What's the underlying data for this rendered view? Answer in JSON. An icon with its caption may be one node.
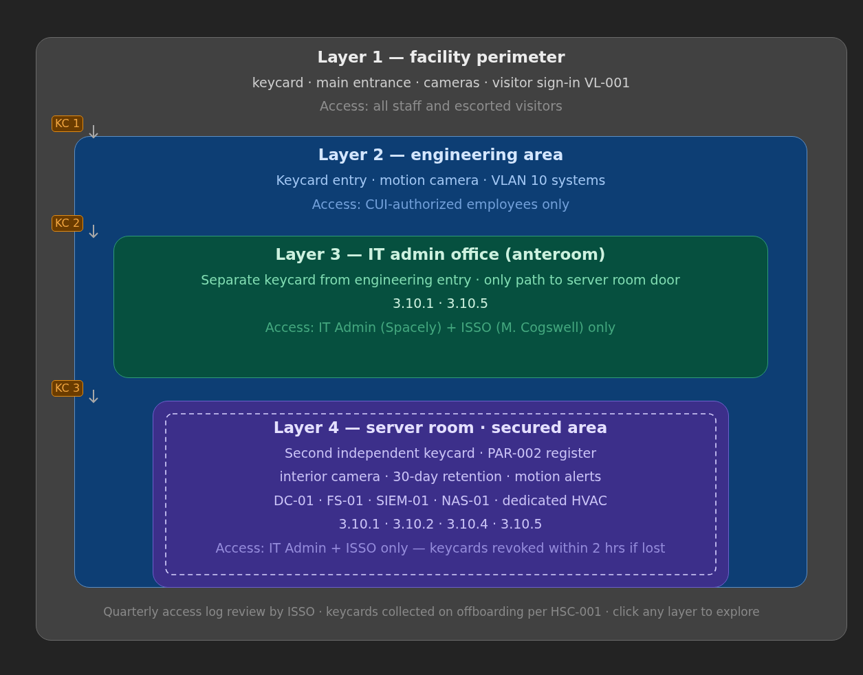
{
  "diagram": {
    "nodes": [
      {
        "text": [
          "Layer 1 — facility perimeter",
          "keycard · main entrance · cameras · visitor sign-in VL-001",
          "Access: all staff and escorted visitors"
        ]
      },
      {
        "text": [
          "Layer 2 — engineering area",
          "Keycard entry · motion camera · VLAN 10 systems",
          "Access: CUI-authorized employees only"
        ],
        "in": 0
      },
      {
        "text": [
          "Layer 3 — IT admin office (anteroom)",
          "Separate keycard from engineering entry · only path to server room door",
          "3.10.1 · 3.10.5",
          "Access: IT Admin (Spacely) + ISSO (M. Cogswell) only"
        ],
        "in": 1
      },
      {
        "text": [
          "Layer 4 — server room · secured area",
          "Second independent keycard · PAR-002 register",
          "interior camera · 30-day retention · motion alerts",
          "DC-01 · FS-01 · SIEM-01 · NAS-01 · dedicated HVAC",
          "3.10.1 · 3.10.2 · 3.10.4 · 3.10.5",
          "Access: IT Admin + ISSO only — keycards revoked within 2 hrs if lost"
        ],
        "in": 1
      }
    ],
    "labels": [
      "KC 1",
      "KC 2",
      "KC 3",
      "Quarterly access log review by ISSO · keycards collected on offboarding per HSC-001 · click any layer to explore"
    ]
  }
}
